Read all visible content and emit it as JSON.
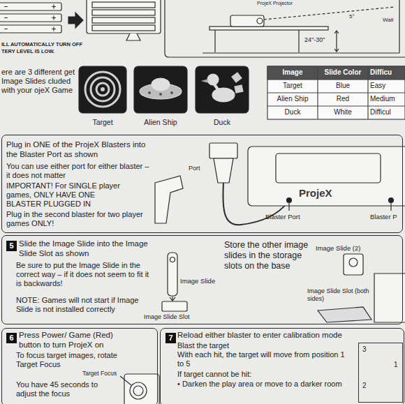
{
  "diagram": {
    "nodes": [
      {
        "text": [
          "Target"
        ]
      },
      {
        "text": [
          "Alien Ship"
        ]
      },
      {
        "text": [
          "Duck"
        ]
      },
      {
        "text": [
          "Plug in ONE of the ProjeX Blasters into the Blaster Port as shown",
          "You can use either port for either blaster – it does not matter",
          "IMPORTANT! For SINGLE player games, ONLY HAVE ONE BLASTER PLUGGED IN",
          "Plug in the second blaster for two player games ONLY!"
        ]
      },
      {
        "text": [
          "Slide the Image Slide into the Image Slide Slot as shown",
          "Be sure to put the Image Slide in the correct way – if it does not seem to fit it is backwards!",
          "NOTE: Games will not start if Image Slide is not installed correctly",
          "Store the other image slides in the storage slots on the base"
        ]
      },
      {
        "text": [
          "5"
        ],
        "in": 4
      },
      {
        "text": [
          "Press Power/ Game (Red) button to turn ProjeX on",
          "To focus target images, rotate Target Focus",
          "You have 45 seconds to adjust the focus"
        ]
      },
      {
        "text": [
          "6"
        ],
        "in": 6
      },
      {
        "text": [
          "Reload either blaster to enter calibration mode",
          "Blast the target",
          "With each hit, the target will move from position 1 to 5",
          "If target cannot be hit:",
          "• Darken the play area or move to a darker room"
        ]
      },
      {
        "text": [
          "7"
        ],
        "in": 8
      },
      {
        "text": [
          "3",
          "1",
          "2"
        ],
        "in": 8
      }
    ],
    "labels": [
      "ILL AUTOMATICALLY TURN OFF",
      "TERY LEVEL IS LOW.",
      "ProjeX Projector",
      "5°",
      "Wall",
      "24\"-30\"",
      "ere are 3 different get Image Slides cluded with your ojeX Game",
      "Image",
      "Slide Color",
      "Difficu",
      "Target",
      "Blue",
      "Easy",
      "Alien Ship",
      "Red",
      "Medium",
      "Duck",
      "White",
      "Difficul",
      "Port",
      "Blaster Port",
      "Blaster P",
      "ProjeX",
      "Image Slide",
      "Image Slide Slot",
      "Image Slide (2)",
      "Image Slide Slot (both sides)",
      "Target Focus"
    ]
  }
}
